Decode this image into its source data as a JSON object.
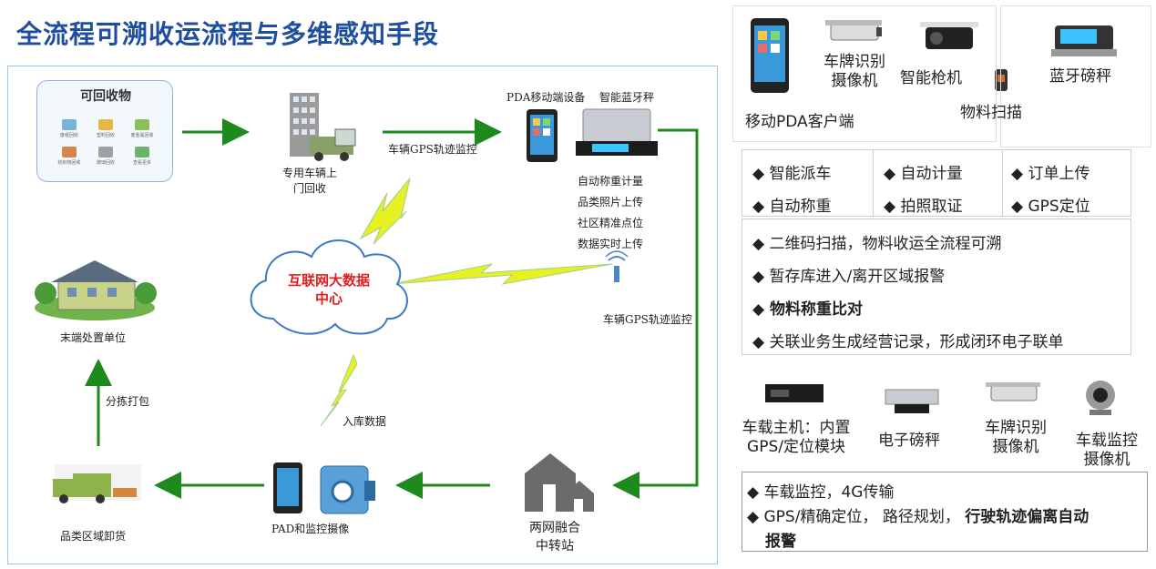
{
  "title": "全流程可溯收运流程与多维感知手段",
  "flow": {
    "recyclables_title": "可回收物",
    "categories": [
      "废纸回收",
      "塑料回收",
      "废金属回收",
      "纺织物回收",
      "玻璃回收",
      "查看更多"
    ],
    "vehicle_label_1": "专用车辆上",
    "vehicle_label_2": "门回收",
    "gps_label_top": "车辆GPS轨迹监控",
    "pda_header": "PDA移动端设备",
    "scale_header": "智能蓝牙秤",
    "pda_features": [
      "自动称重计量",
      "品类照片上传",
      "社区精准点位",
      "数据实时上传"
    ],
    "cloud_line1": "互联网大数据",
    "cloud_line2": "中心",
    "gps_label_right": "车辆GPS轨迹监控",
    "terminal_label": "末端处置单位",
    "sort_label": "分拣打包",
    "inbound_label": "入库数据",
    "unload_label": "品类区域卸货",
    "pad_label": "PAD和监控摄像",
    "station_line1": "两网融合",
    "station_line2": "中转站"
  },
  "devices_top": {
    "pda": "移动PDA客户端",
    "plate_cam_1": "车牌识别",
    "plate_cam_2": "摄像机",
    "gun_cam": "智能枪机",
    "scanner": "物料扫描",
    "bt_scale": "蓝牙磅秤"
  },
  "features_grid": [
    [
      "◆  智能派车",
      "◆  自动计量",
      "◆  订单上传"
    ],
    [
      "◆  自动称重",
      "◆  拍照取证",
      "◆  GPS定位"
    ]
  ],
  "features_list": [
    "◆ 二维码扫描，物料收运全流程可溯",
    "◆ 暂存库进入/离开区域报警",
    "◆ 物料称重比对",
    "◆ 关联业务生成经营记录，形成闭环电子联单"
  ],
  "devices_bottom": {
    "host_1": "车载主机：内置",
    "host_2": "GPS/定位模块",
    "escale": "电子磅秤",
    "plate_cam_1": "车牌识别",
    "plate_cam_2": "摄像机",
    "mon_cam_1": "车载监控",
    "mon_cam_2": "摄像机"
  },
  "vehicle_features": {
    "line1": "◆ 车载监控，4G传输",
    "line2_prefix": "◆ GPS/精确定位， 路径规划， ",
    "line2_bold": "行驶轨迹偏离自动",
    "line3_bold": "报警"
  },
  "colors": {
    "title": "#1f4e9e",
    "arrow": "#1e8a1e",
    "cloud_text": "#e02020",
    "lightning": "#e6f024"
  }
}
